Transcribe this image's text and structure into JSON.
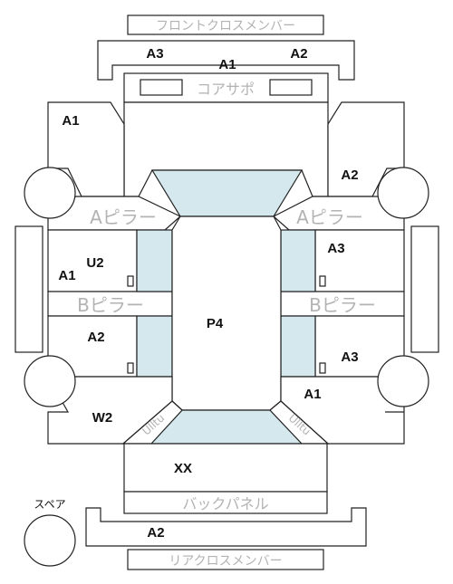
{
  "titles": {
    "front_cross_member": "フロントクロスメンバー",
    "core_support": "コアサポ",
    "a_pillar_left": "Aピラー",
    "a_pillar_right": "Aピラー",
    "b_pillar_left": "Bピラー",
    "b_pillar_right": "Bピラー",
    "back_panel": "バックパネル",
    "rear_cross_member": "リアクロスメンバー",
    "spare": "スペア",
    "curve_left": "Ulltu",
    "curve_right": "Ulltu"
  },
  "grades": {
    "front_left": "A3",
    "front_right": "A2",
    "core_support": "A1",
    "left_front_panel": "A1",
    "right_front_panel": "A2",
    "left_mid_upper": "U2",
    "left_mid_lower": "A1",
    "right_mid": "A3",
    "center": "P4",
    "left_rear": "A2",
    "right_rear": "A3",
    "right_rear_bottom": "A1",
    "left_rear_bottom": "W2",
    "trunk": "XX",
    "rear": "A2"
  },
  "colors": {
    "line": "#222222",
    "accent_blue": "#d4e8ee",
    "label_grey": "#b3b3b3"
  }
}
